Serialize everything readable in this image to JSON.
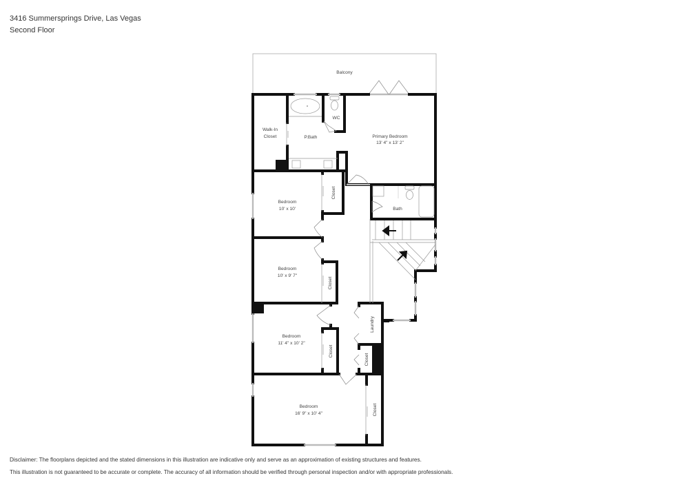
{
  "header": {
    "address": "3416 Summersprings Drive, Las Vegas",
    "floor": "Second Floor"
  },
  "rooms": {
    "balcony": {
      "name": "Balcony"
    },
    "walk_in_closet": {
      "name_line1": "Walk-In",
      "name_line2": "Closet"
    },
    "primary_bath": {
      "name": "P.Bath"
    },
    "wc": {
      "name": "WC"
    },
    "primary_bedroom": {
      "name": "Primary Bedroom",
      "dims": "13' 4\" x 13' 2\""
    },
    "bedroom_1": {
      "name": "Bedroom",
      "dims": "10' x 10'"
    },
    "closet_1": {
      "name": "Closet"
    },
    "bath": {
      "name": "Bath"
    },
    "bedroom_2": {
      "name": "Bedroom",
      "dims": "10' x 9' 7\""
    },
    "closet_2": {
      "name": "Closet"
    },
    "bedroom_3": {
      "name": "Bedroom",
      "dims": "11' 4\" x 10' 2\""
    },
    "closet_3": {
      "name": "Closet"
    },
    "laundry": {
      "name": "Laundry"
    },
    "closet_hall": {
      "name": "Closet"
    },
    "bedroom_4": {
      "name": "Bedroom",
      "dims": "16' 9\" x 10' 4\""
    },
    "closet_4": {
      "name": "Closet"
    }
  },
  "disclaimer": {
    "line1": "Disclaimer: The floorplans depicted and the stated dimensions in this illustration are indicative only and serve as an approximation of existing structures and features.",
    "line2": "This illustration is not guaranteed to be accurate or complete. The accuracy of all information should be verified through personal inspection and/or with appropriate professionals."
  },
  "colors": {
    "wall": "#111111",
    "thin_line": "#999999",
    "text": "#333333"
  }
}
